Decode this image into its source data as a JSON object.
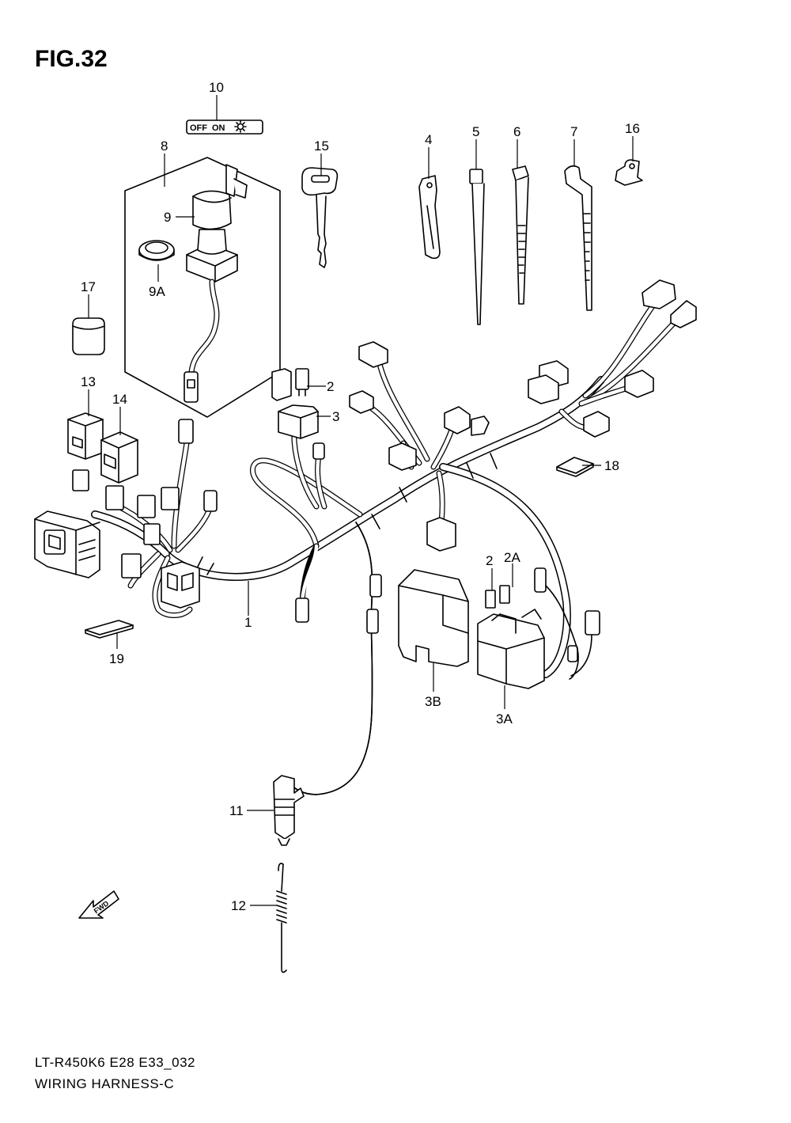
{
  "figure_title": "FIG.32",
  "switch_label": {
    "off": "OFF",
    "on": "ON"
  },
  "fwd_arrow_text": "FWD",
  "callouts": [
    {
      "id": "c10",
      "text": "10"
    },
    {
      "id": "c8",
      "text": "8"
    },
    {
      "id": "c15",
      "text": "15"
    },
    {
      "id": "c4",
      "text": "4"
    },
    {
      "id": "c5",
      "text": "5"
    },
    {
      "id": "c6",
      "text": "6"
    },
    {
      "id": "c7",
      "text": "7"
    },
    {
      "id": "c16",
      "text": "16"
    },
    {
      "id": "c9",
      "text": "9"
    },
    {
      "id": "c9a",
      "text": "9A"
    },
    {
      "id": "c17",
      "text": "17"
    },
    {
      "id": "c2top",
      "text": "2"
    },
    {
      "id": "c3top",
      "text": "3"
    },
    {
      "id": "c13",
      "text": "13"
    },
    {
      "id": "c14",
      "text": "14"
    },
    {
      "id": "c18",
      "text": "18"
    },
    {
      "id": "c2bot",
      "text": "2"
    },
    {
      "id": "c2a",
      "text": "2A"
    },
    {
      "id": "c1",
      "text": "1"
    },
    {
      "id": "c19",
      "text": "19"
    },
    {
      "id": "c3b",
      "text": "3B"
    },
    {
      "id": "c3a",
      "text": "3A"
    },
    {
      "id": "c11",
      "text": "11"
    },
    {
      "id": "c12",
      "text": "12"
    }
  ],
  "footer": {
    "code": "LT-R450K6 E28 E33_032",
    "name": "WIRING HARNESS-C"
  }
}
